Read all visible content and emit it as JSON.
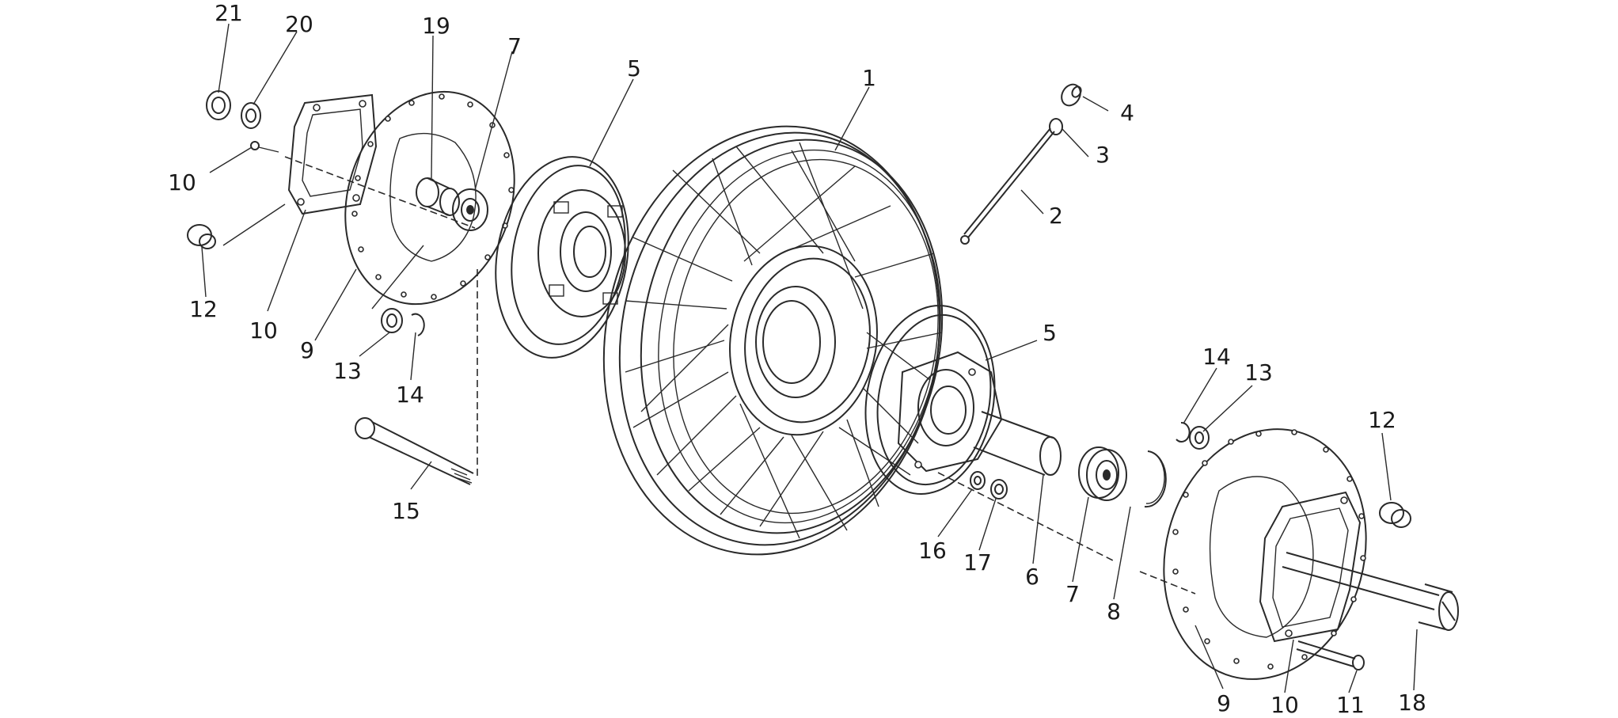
{
  "diagram": {
    "callouts": [
      {
        "id": "c21a",
        "text": "21"
      },
      {
        "id": "c20a",
        "text": "20"
      },
      {
        "id": "c19a",
        "text": "19"
      },
      {
        "id": "c7a",
        "text": "7"
      },
      {
        "id": "c5a",
        "text": "5"
      },
      {
        "id": "c1",
        "text": "1"
      },
      {
        "id": "c4",
        "text": "4"
      },
      {
        "id": "c3",
        "text": "3"
      },
      {
        "id": "c2",
        "text": "2"
      },
      {
        "id": "c10a",
        "text": "10"
      },
      {
        "id": "c12a",
        "text": "12"
      },
      {
        "id": "c10b",
        "text": "10"
      },
      {
        "id": "c9a",
        "text": "9"
      },
      {
        "id": "c13a",
        "text": "13"
      },
      {
        "id": "c14a",
        "text": "14"
      },
      {
        "id": "c15",
        "text": "15"
      },
      {
        "id": "c5b",
        "text": "5"
      },
      {
        "id": "c14b",
        "text": "14"
      },
      {
        "id": "c13b",
        "text": "13"
      },
      {
        "id": "c12b",
        "text": "12"
      },
      {
        "id": "c16",
        "text": "16"
      },
      {
        "id": "c17",
        "text": "17"
      },
      {
        "id": "c6",
        "text": "6"
      },
      {
        "id": "c7b",
        "text": "7"
      },
      {
        "id": "c8",
        "text": "8"
      },
      {
        "id": "c9b",
        "text": "9"
      },
      {
        "id": "c10c",
        "text": "10"
      },
      {
        "id": "c11",
        "text": "11"
      },
      {
        "id": "c18",
        "text": "18"
      }
    ]
  },
  "colors": {
    "line": "#2a2a2a",
    "background": "#ffffff"
  }
}
